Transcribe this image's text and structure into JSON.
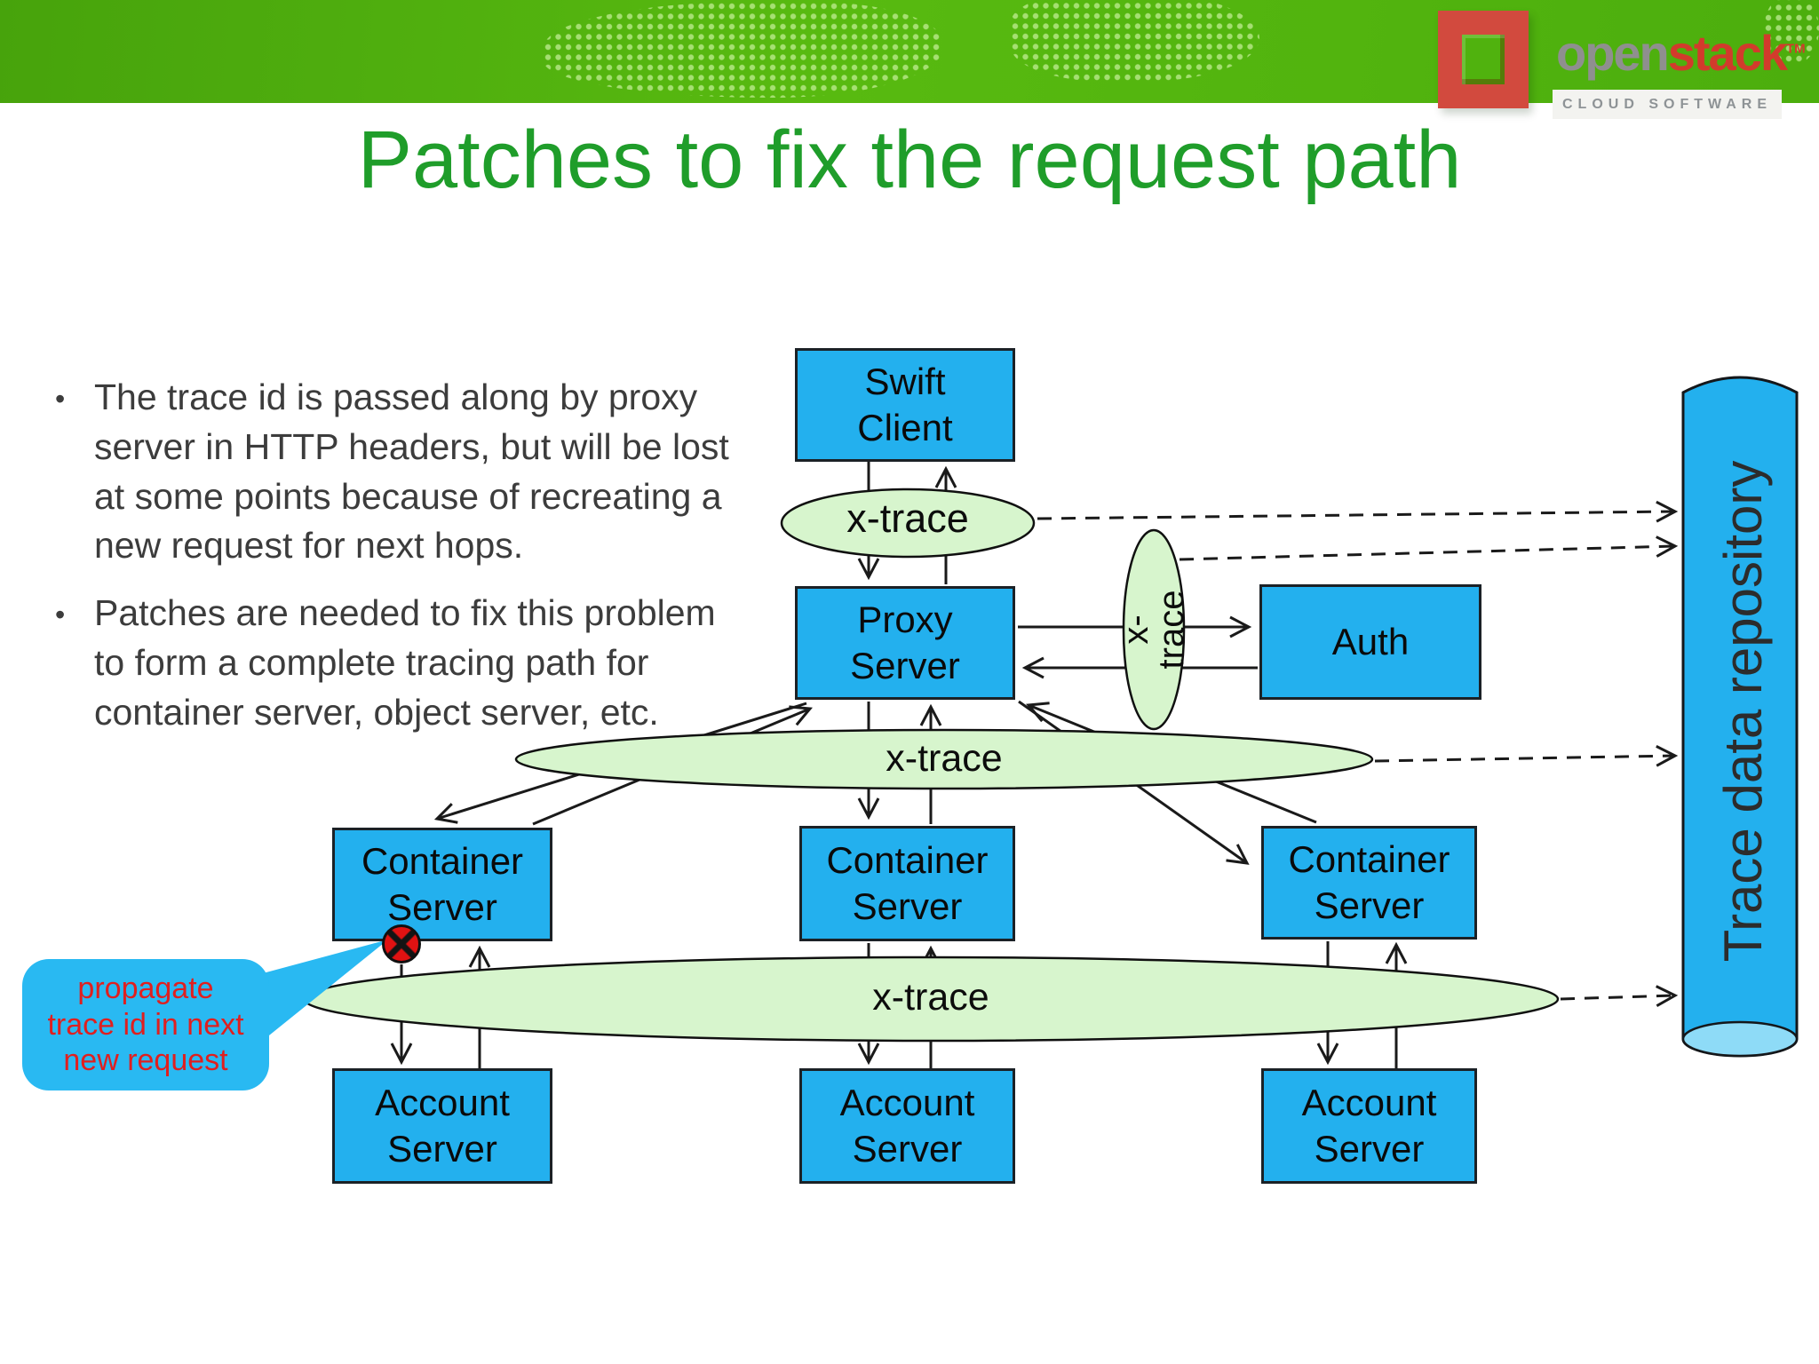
{
  "header": {
    "logo": {
      "brand_gray": "open",
      "brand_red": "stack",
      "trademark": "TM",
      "tagline": "CLOUD SOFTWARE"
    },
    "bar_colors": [
      "#47a30c",
      "#58ba10"
    ]
  },
  "title": {
    "text": "Patches to fix the request path",
    "color": "#1f9d2a"
  },
  "bullet_char": "•",
  "bullets": [
    {
      "text": "The trace id is passed along by proxy\nserver in HTTP headers, but will be lost\nat some points because of recreating a\nnew request for next hops."
    },
    {
      "text": "Patches are needed to fix this problem\nto form a complete tracing path for\ncontainer server, object server, etc."
    }
  ],
  "diagram": {
    "nodes": {
      "swift_client": {
        "label": "Swift\nClient"
      },
      "proxy_server": {
        "label": "Proxy\nServer"
      },
      "auth": {
        "label": "Auth"
      },
      "container_server_1": {
        "label": "Container\nServer"
      },
      "container_server_2": {
        "label": "Container\nServer"
      },
      "container_server_3": {
        "label": "Container\nServer"
      },
      "account_server_1": {
        "label": "Account\nServer"
      },
      "account_server_2": {
        "label": "Account\nServer"
      },
      "account_server_3": {
        "label": "Account\nServer"
      }
    },
    "trace_points": {
      "top": {
        "label": "x-trace"
      },
      "side": {
        "label": "x-\ntrace"
      },
      "middle": {
        "label": "x-trace"
      },
      "bottom": {
        "label": "x-trace"
      }
    },
    "repository": {
      "label": "Trace data repository"
    },
    "callout": {
      "text": "propagate\ntrace id in next\nnew request",
      "text_color": "#e01f1f",
      "fill": "#29b9f2"
    },
    "colors": {
      "node_fill": "#23b0ee",
      "node_border": "#1b2126",
      "trace_fill": "#d7f5cd",
      "cylinder_cap": "#8edbf7",
      "error_marker": "#e11212"
    }
  }
}
